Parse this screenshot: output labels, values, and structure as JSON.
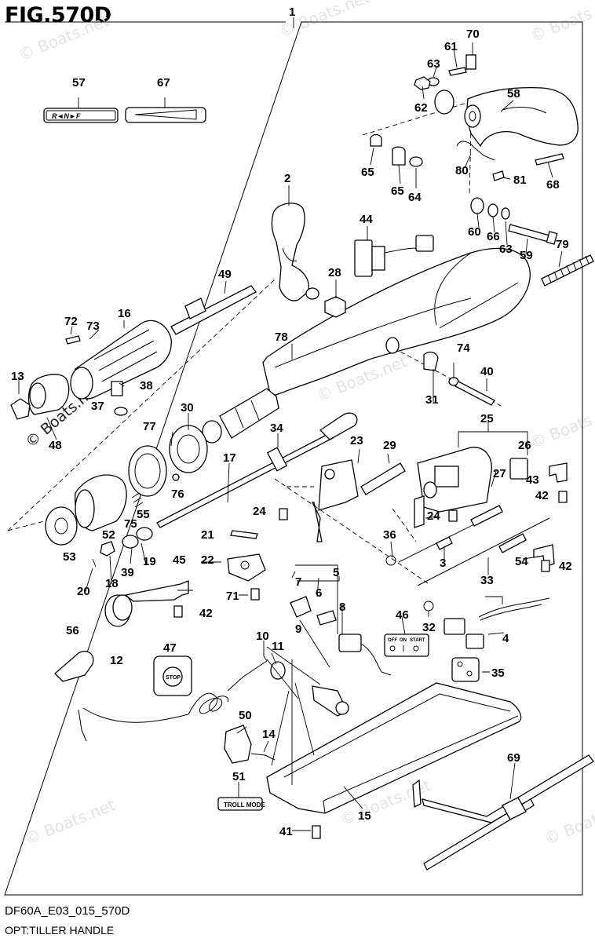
{
  "figure": {
    "title": "FIG.570D",
    "model_code": "DF60A_E03_015_570D",
    "caption": "OPT:TILLER HANDLE"
  },
  "watermark": "© Boats.net",
  "callouts": [
    "1",
    "2",
    "3",
    "4",
    "5",
    "6",
    "7",
    "8",
    "9",
    "10",
    "11",
    "12",
    "13",
    "14",
    "15",
    "16",
    "17",
    "18",
    "19",
    "20",
    "21",
    "22",
    "23",
    "24",
    "24",
    "25",
    "26",
    "27",
    "28",
    "29",
    "30",
    "31",
    "32",
    "33",
    "34",
    "35",
    "36",
    "37",
    "38",
    "39",
    "40",
    "41",
    "42",
    "42",
    "42",
    "43",
    "44",
    "45",
    "46",
    "47",
    "48",
    "49",
    "50",
    "51",
    "52",
    "53",
    "54",
    "55",
    "56",
    "57",
    "58",
    "59",
    "60",
    "61",
    "62",
    "63",
    "63",
    "64",
    "65",
    "65",
    "66",
    "67",
    "68",
    "69",
    "70",
    "71",
    "72",
    "73",
    "74",
    "75",
    "76",
    "77",
    "78",
    "79",
    "80",
    "81"
  ],
  "labels": {
    "shift_plate": "R◄N►F",
    "switch_plate_off": "OFF",
    "switch_plate_on": "ON",
    "switch_plate_start": "START",
    "stop_button": "STOP",
    "troll_plate": "TROLL MODE"
  },
  "colors": {
    "line": "#000000",
    "background": "#ffffff",
    "watermark": "#e3e3e3"
  }
}
